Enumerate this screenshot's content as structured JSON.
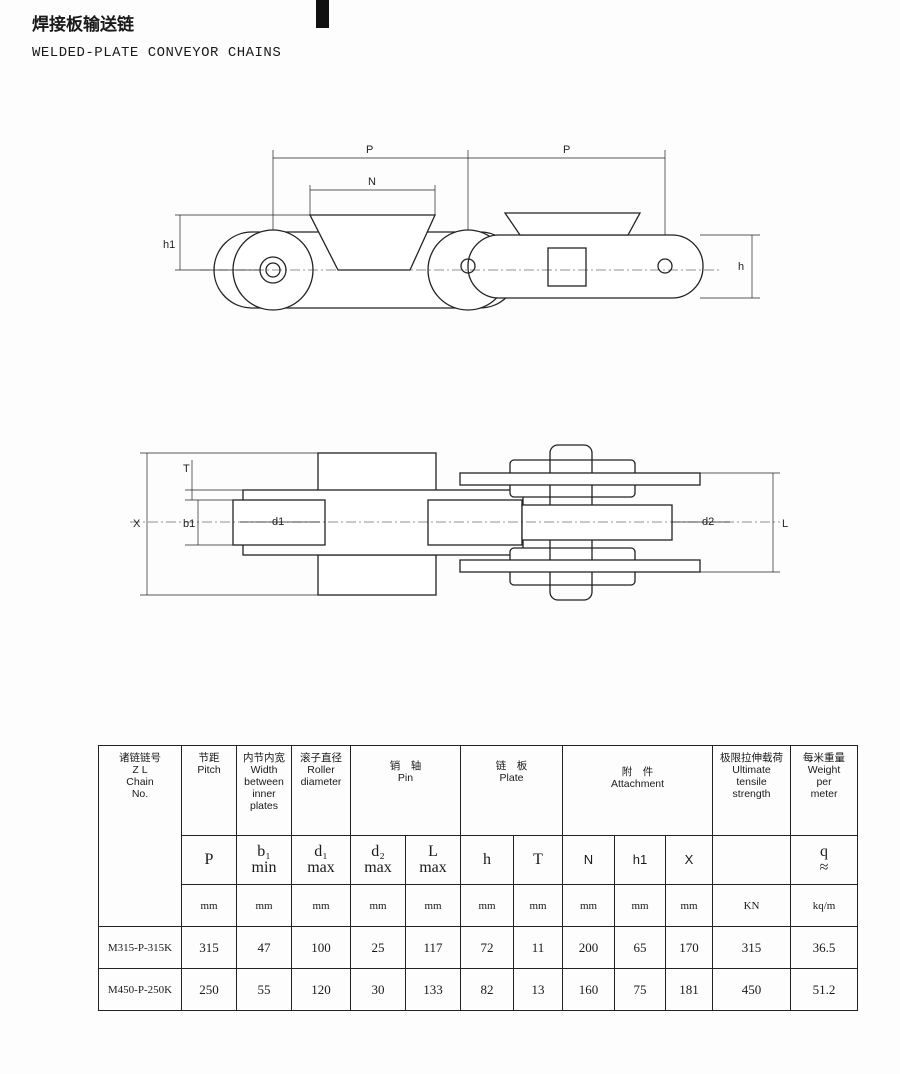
{
  "title_cn": "焊接板输送链",
  "title_en": "WELDED-PLATE CONVEYOR CHAINS",
  "diagram_labels": {
    "p1": "P",
    "p2": "P",
    "n": "N",
    "h1": "h1",
    "h": "h",
    "t": "T",
    "x": "X",
    "b1": "b1",
    "d1": "d1",
    "d2": "d2",
    "l": "L"
  },
  "table": {
    "headers": [
      {
        "cn": "诸链链号",
        "en": "Z L",
        "en2": "Chain",
        "en3": "No."
      },
      {
        "cn": "节距",
        "en": "Pitch"
      },
      {
        "cn": "内节内宽",
        "en": "Width",
        "en2": "between",
        "en3": "inner",
        "en4": "plates"
      },
      {
        "cn": "滚子直径",
        "en": "Roller",
        "en2": "diameter"
      },
      {
        "cn": "销　轴",
        "en": "Pin"
      },
      {
        "cn": "链　板",
        "en": "Plate"
      },
      {
        "cn": "附　件",
        "en": "Attachment"
      },
      {
        "cn": "极限拉伸载荷",
        "en": "Ultimate",
        "en2": "tensile",
        "en3": "strength"
      },
      {
        "cn": "每米重量",
        "en": "Weight",
        "en2": "per",
        "en3": "meter"
      }
    ],
    "symbols": [
      {
        "s": "P"
      },
      {
        "s": "b₁",
        "sub": "min"
      },
      {
        "s": "d₁",
        "sub": "max"
      },
      {
        "s": "d₂",
        "sub": "max"
      },
      {
        "s": "L",
        "sub": "max"
      },
      {
        "s": "h"
      },
      {
        "s": "T"
      },
      {
        "s": "N"
      },
      {
        "s": "h1"
      },
      {
        "s": "X"
      },
      {
        "s": ""
      },
      {
        "s": "q",
        "sub": "≈"
      }
    ],
    "units": [
      "mm",
      "mm",
      "mm",
      "mm",
      "mm",
      "mm",
      "mm",
      "mm",
      "mm",
      "mm",
      "KN",
      "kq/m"
    ],
    "rows": [
      [
        "M315-P-315K",
        "315",
        "47",
        "100",
        "25",
        "117",
        "72",
        "11",
        "200",
        "65",
        "170",
        "315",
        "36.5"
      ],
      [
        "M450-P-250K",
        "250",
        "55",
        "120",
        "30",
        "133",
        "82",
        "13",
        "160",
        "75",
        "181",
        "450",
        "51.2"
      ]
    ]
  }
}
